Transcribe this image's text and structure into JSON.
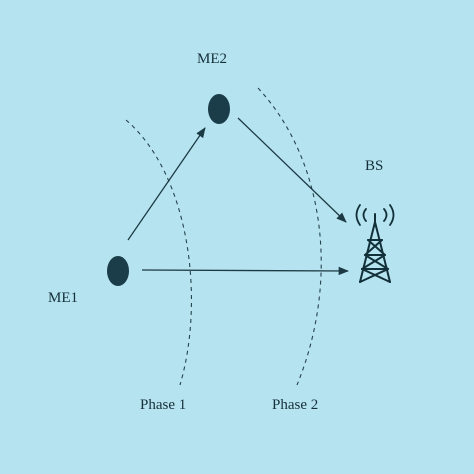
{
  "nodes": {
    "me1": {
      "label": "ME1"
    },
    "me2": {
      "label": "ME2"
    },
    "bs": {
      "label": "BS"
    }
  },
  "phases": [
    {
      "label": "Phase 1"
    },
    {
      "label": "Phase 2"
    }
  ],
  "colors": {
    "background": "#b5e3ef",
    "node": "#1a3d49",
    "ink": "#1c3a44"
  },
  "icons": {
    "base_station": "antenna-tower-icon"
  }
}
